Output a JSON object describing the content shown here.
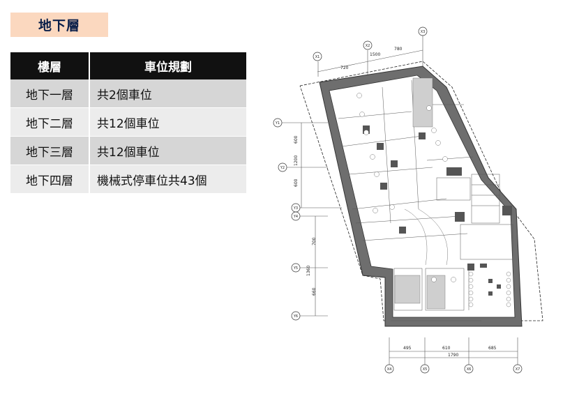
{
  "page_title": "地下層",
  "table": {
    "headers": [
      "樓層",
      "車位規劃"
    ],
    "rows": [
      {
        "floor": "地下一層",
        "plan": "共2個車位"
      },
      {
        "floor": "地下二層",
        "plan": "共12個車位"
      },
      {
        "floor": "地下三層",
        "plan": "共12個車位"
      },
      {
        "floor": "地下四層",
        "plan": "機械式停車位共43個"
      }
    ]
  },
  "floor_plan": {
    "grid_labels": {
      "x1": "X1",
      "x2": "X2",
      "x3": "X3",
      "x4": "X4",
      "x5": "X5",
      "x6": "X6",
      "x7": "X7",
      "y1": "Y1",
      "y2": "Y2",
      "y3": "Y3",
      "y4": "Y4",
      "y5": "Y5",
      "y6": "Y6"
    },
    "top_dims": {
      "d1500": "1500",
      "d780": "780",
      "d720": "720"
    },
    "left_dims": {
      "d600a": "600",
      "d1200": "1200",
      "d600b": "600",
      "d700": "700",
      "d1360": "1360",
      "d660": "660"
    },
    "bottom_dims": {
      "d495": "495",
      "d610": "610",
      "d685": "685",
      "d1790": "1790"
    }
  }
}
